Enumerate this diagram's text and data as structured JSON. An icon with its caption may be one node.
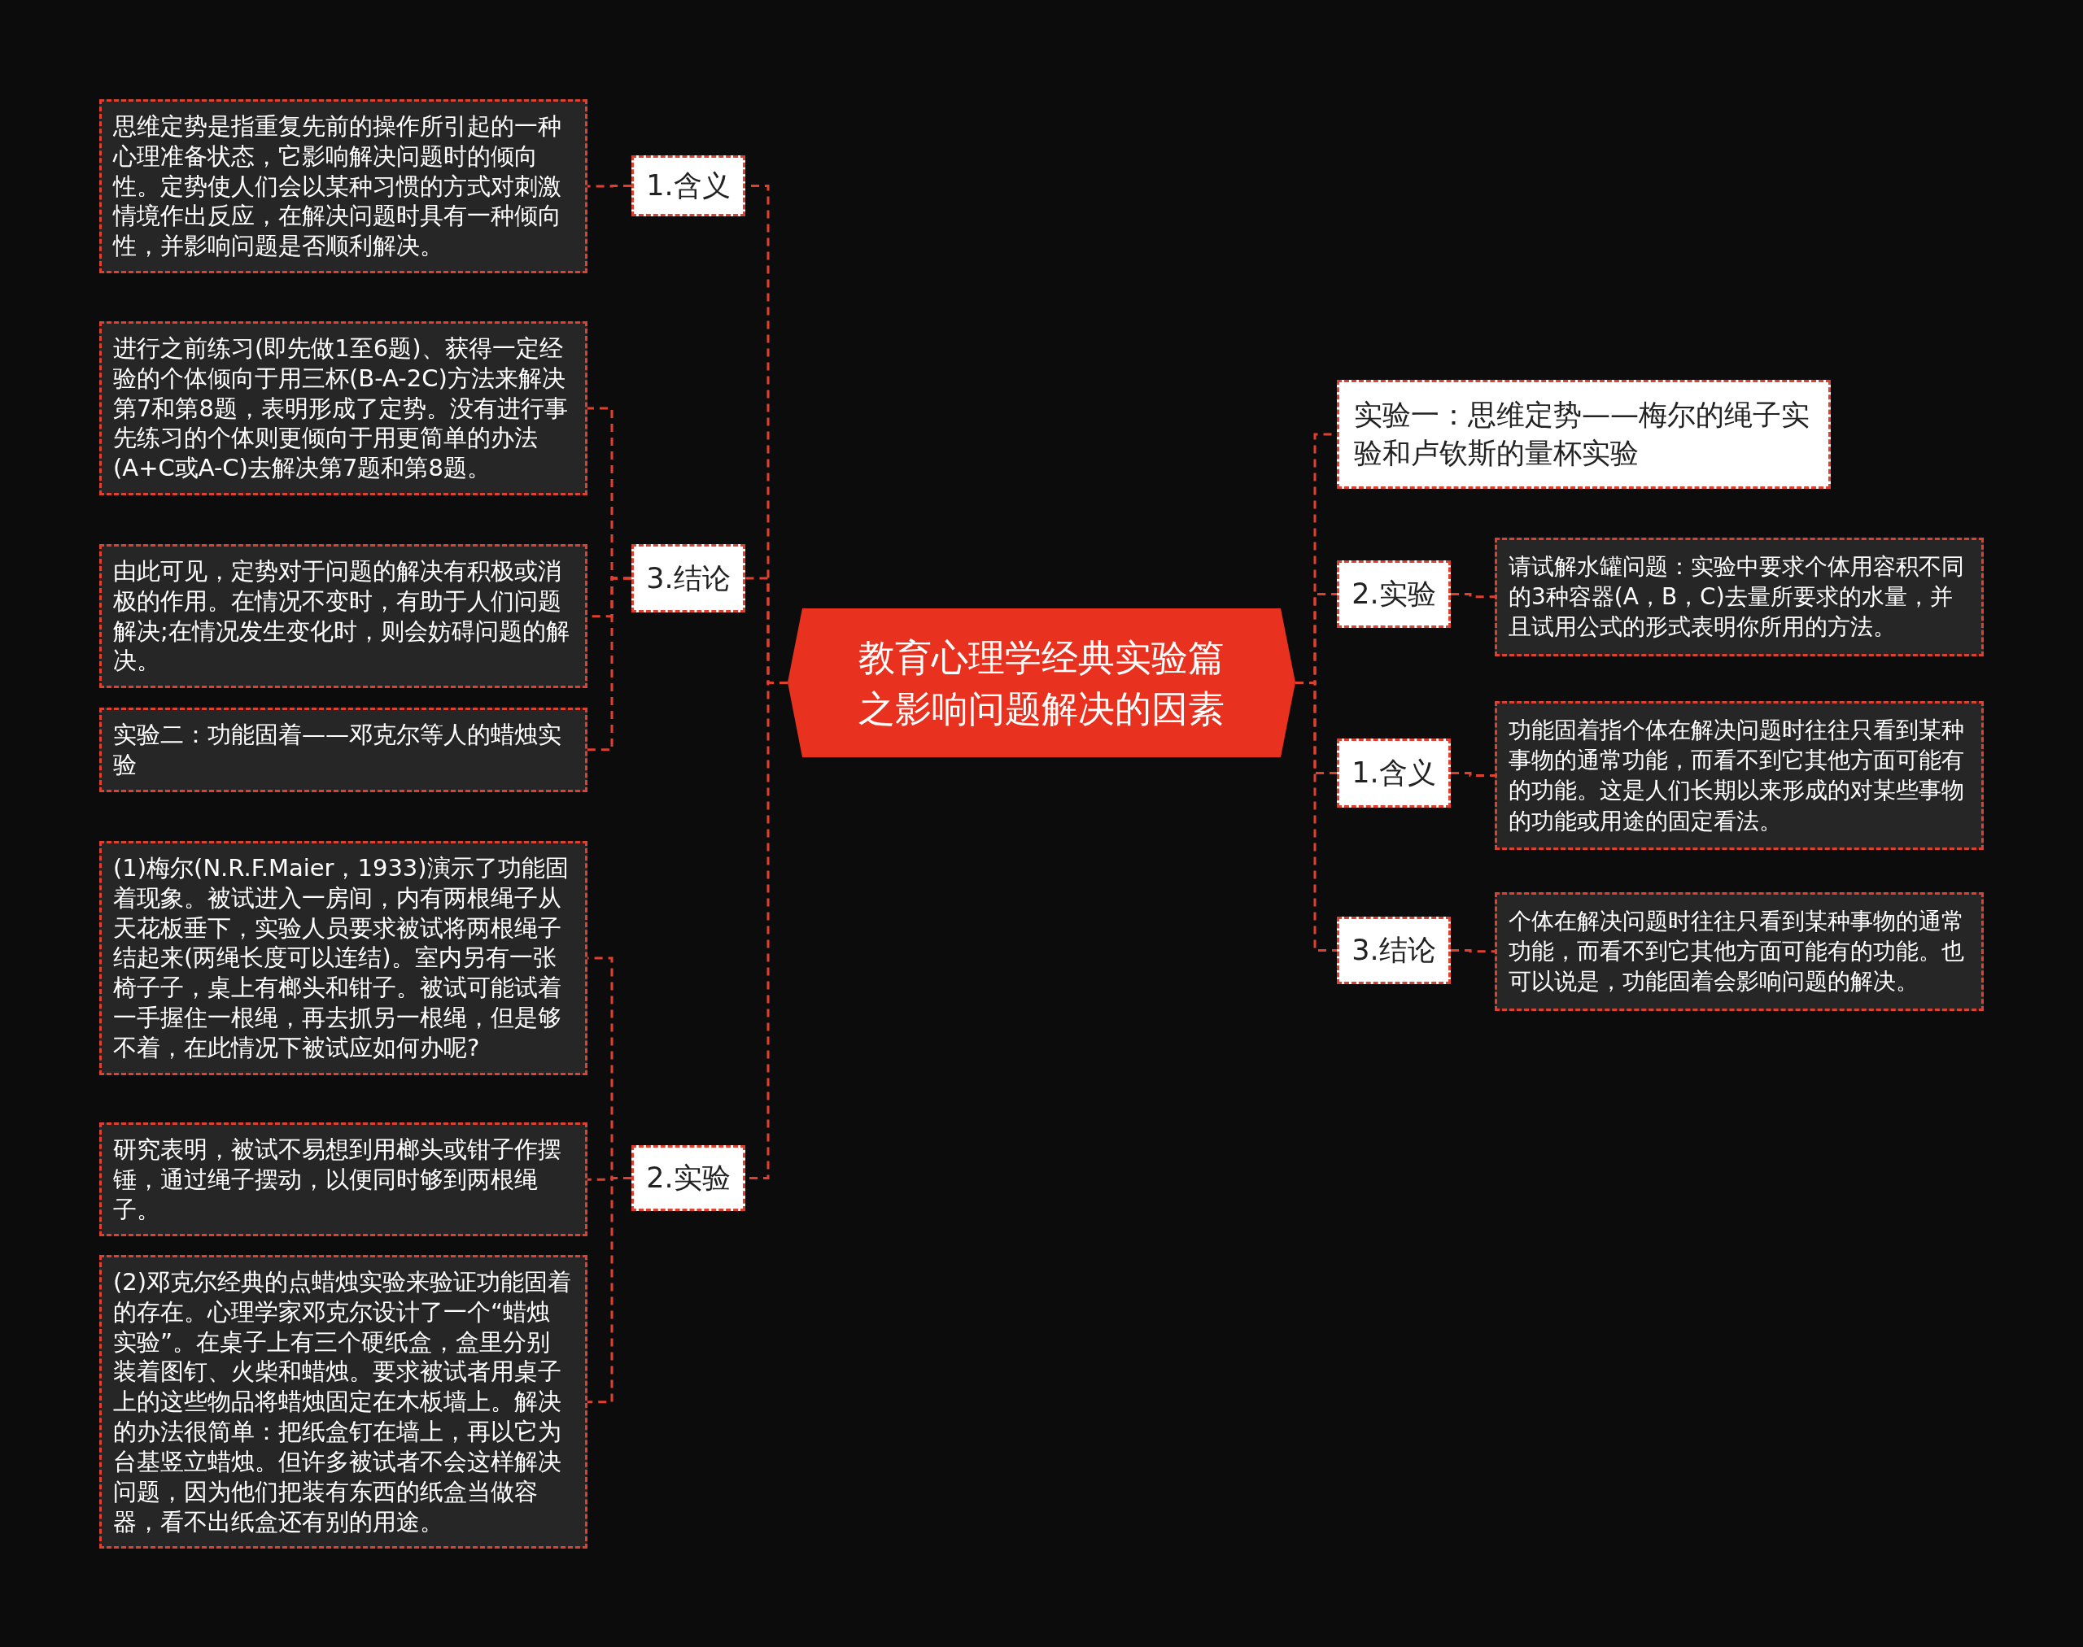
{
  "diagram": {
    "nodes": [
      {
        "text": [
          "教育心理学经典实验篇之影响问题解决的因素"
        ]
      },
      {
        "text": [
          "1.含义"
        ]
      },
      {
        "text": [
          "思维定势是指重复先前的操作所引起的一种心理准备状态，它影响解决问题时的倾向性。定势使人们会以某种习惯的方式对刺激情境作出反应，在解决问题时具有一种倾向性，并影响问题是否顺利解决。"
        ]
      },
      {
        "text": [
          "3.结论"
        ]
      },
      {
        "text": [
          "进行之前练习(即先做1至6题)、获得一定经验的个体倾向于用三杯(B-A-2C)方法来解决第7和第8题，表明形成了定势。没有进行事先练习的个体则更倾向于用更简单的办法(A+C或A-C)去解决第7题和第8题。"
        ]
      },
      {
        "text": [
          "由此可见，定势对于问题的解决有积极或消极的作用。在情况不变时，有助于人们问题解决;在情况发生变化时，则会妨碍问题的解决。"
        ]
      },
      {
        "text": [
          "实验二：功能固着——邓克尔等人的蜡烛实验"
        ]
      },
      {
        "text": [
          "2.实验"
        ]
      },
      {
        "text": [
          "(1)梅尔(N.R.F.Maier，1933)演示了功能固着现象。被试进入一房间，内有两根绳子从天花板垂下，实验人员要求被试将两根绳子结起来(两绳长度可以连结)。室内另有一张椅子子，桌上有榔头和钳子。被试可能试着一手握住一根绳，再去抓另一根绳，但是够不着，在此情况下被试应如何办呢?"
        ]
      },
      {
        "text": [
          "研究表明，被试不易想到用榔头或钳子作摆锤，通过绳子摆动，以便同时够到两根绳子。"
        ]
      },
      {
        "text": [
          "(2)邓克尔经典的点蜡烛实验来验证功能固着的存在。心理学家邓克尔设计了一个“蜡烛实验”。在桌子上有三个硬纸盒，盒里分别装着图钉、火柴和蜡烛。要求被试者用桌子上的这些物品将蜡烛固定在木板墙上。解决的办法很简单：把纸盒钉在墙上，再以它为台基竖立蜡烛。但许多被试者不会这样解决问题，因为他们把装有东西的纸盒当做容器，看不出纸盒还有别的用途。"
        ]
      },
      {
        "text": [
          "实验一：思维定势——梅尔的绳子实验和卢钦斯的量杯实验"
        ]
      },
      {
        "text": [
          "2.实验"
        ]
      },
      {
        "text": [
          "请试解水罐问题：实验中要求个体用容积不同的3种容器(A，B，C)去量所要求的水量，并且试用公式的形式表明你所用的方法。"
        ]
      },
      {
        "text": [
          "1.含义"
        ]
      },
      {
        "text": [
          "功能固着指个体在解决问题时往往只看到某种事物的通常功能，而看不到它其他方面可能有的功能。这是人们长期以来形成的对某些事物的功能或用途的固定看法。"
        ]
      },
      {
        "text": [
          "3.结论"
        ]
      },
      {
        "text": [
          "个体在解决问题时往往只看到某种事物的通常功能，而看不到它其他方面可能有的功能。也可以说是，功能固着会影响问题的解决。"
        ]
      }
    ],
    "edges": [
      {
        "from": 0,
        "to": 1,
        "arrow": "none"
      },
      {
        "from": 1,
        "to": 2,
        "arrow": "none"
      },
      {
        "from": 0,
        "to": 3,
        "arrow": "none"
      },
      {
        "from": 3,
        "to": 4,
        "arrow": "none"
      },
      {
        "from": 3,
        "to": 5,
        "arrow": "none"
      },
      {
        "from": 3,
        "to": 6,
        "arrow": "none"
      },
      {
        "from": 0,
        "to": 7,
        "arrow": "none"
      },
      {
        "from": 7,
        "to": 8,
        "arrow": "none"
      },
      {
        "from": 7,
        "to": 9,
        "arrow": "none"
      },
      {
        "from": 7,
        "to": 10,
        "arrow": "none"
      },
      {
        "from": 0,
        "to": 11,
        "arrow": "none"
      },
      {
        "from": 0,
        "to": 12,
        "arrow": "none"
      },
      {
        "from": 12,
        "to": 13,
        "arrow": "none"
      },
      {
        "from": 0,
        "to": 14,
        "arrow": "none"
      },
      {
        "from": 14,
        "to": 15,
        "arrow": "none"
      },
      {
        "from": 0,
        "to": 16,
        "arrow": "none"
      },
      {
        "from": 16,
        "to": 17,
        "arrow": "none"
      }
    ]
  }
}
